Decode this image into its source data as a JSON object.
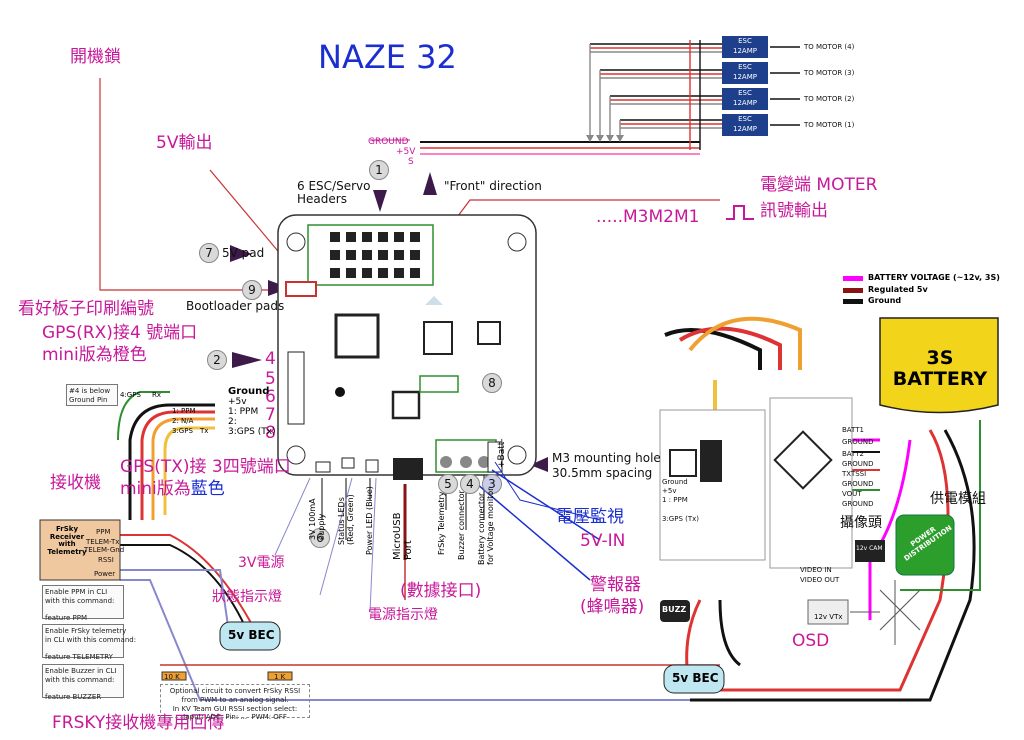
{
  "title": "NAZE 32",
  "colors": {
    "magenta": "#c8189a",
    "blue": "#1b2ecf",
    "board": "#ffffff",
    "green": "#2f8f2f",
    "battery": "#f2d51a"
  },
  "labels": {
    "unlock": "開機鎖",
    "five_v_out": "5V輸出",
    "ground": "GROUND",
    "plus5v": "+5V",
    "s": "S",
    "front": "\"Front\" direction",
    "esc_headers": "6 ESC/Servo\nHeaders",
    "m3m2m1": ".....M3M2M1",
    "motor_signal_a": "電變端 MOTER",
    "motor_signal_b": "訊號輸出",
    "five_v_pad": "5V pad",
    "bootloader": "Bootloader pads",
    "check_print": "看好板子印刷編號",
    "gps_rx_a": "GPS(RX)接4 號端口",
    "gps_rx_b": "mini版為橙色",
    "receiver": "接收機",
    "gps_tx_a": "GPS(TX)接 3四號端口",
    "gps_tx_b": "mini版為",
    "gps_tx_blue": "藍色",
    "three_v_power": "3V電源",
    "status_light": "狀態指示燈",
    "power_light": "電源指示燈",
    "data_port": "(數據接口)",
    "voltage_monitor": "電壓監視",
    "five_v_in": "5V-IN",
    "buzzer_a": "警報器",
    "buzzer_b": "(蜂鳴器)",
    "mounting_a": "M3 mounting hole",
    "mounting_b": "30.5mm spacing",
    "frsky_return": "FRSKY接收機專用回傳",
    "camera": "攝像頭",
    "power_module": "供電模組",
    "osd": "OSD",
    "battery": "3S\nBATTERY",
    "battery_voltage": "BATTERY VOLTAGE (~12v, 3S)",
    "regulated": "Regulated 5v",
    "ground_legend": "Ground",
    "power_distribution": "POWER\nDISTRIBUTION",
    "bec": "5v BEC",
    "buzz": "BUZZ",
    "vtx": "12v VTx",
    "cam": "12v CAM"
  },
  "board_pins": {
    "three_v": "3V 100mA\nsupply",
    "status_leds": "Status LEDs\n(Red, Green)",
    "power_led": "Power LED (Blue)",
    "microusb": "MicroUSB\nPort",
    "frsky_tel": "FrSky Telemetry",
    "buzzer_conn": "Buzzer connector",
    "battery_conn": "Battery connector\nfor Voltage monitor",
    "batt": "+Batt-"
  },
  "rx_header": [
    "Ground",
    "+5v",
    "1: PPM",
    "2:",
    "3:GPS (Tx)"
  ],
  "rx_numbers": [
    "4",
    "5",
    "6",
    "7",
    "8"
  ],
  "bubbles": [
    "1",
    "2",
    "3",
    "4",
    "5",
    "6",
    "7",
    "8",
    "9"
  ],
  "esc_rows": [
    {
      "esc": "ESC",
      "amp": "12AMP",
      "to": "TO MOTOR (4)"
    },
    {
      "esc": "ESC",
      "amp": "12AMP",
      "to": "TO MOTOR (3)"
    },
    {
      "esc": "ESC",
      "amp": "12AMP",
      "to": "TO MOTOR (2)"
    },
    {
      "esc": "ESC",
      "amp": "12AMP",
      "to": "TO MOTOR (1)"
    }
  ],
  "frsky_box": {
    "title": "FrSky\nReceiver\nwith\nTelemetry",
    "pins": [
      "PPM",
      "TELEM-Tx",
      "TELEM-Gnd",
      "RSSI",
      "Power"
    ]
  },
  "cli_notes": [
    "Enable PPM in CLI\nwith this command:\n\nfeature PPM",
    "Enable FrSky telemetry\nin CLI with this command:\n\nfeature TELEMETRY",
    "Enable Buzzer in CLI\nwith this command:\n\nfeature BUZZER"
  ],
  "rssi_note": "Optional circuit to convert FrSky RSSI\nfrom PWM to an analog signal.\nIn KV Team GUI RSSI section select:\nInput: ADC  Pin: ...  PWM: OFF",
  "resistors": [
    "10 K",
    "1 K"
  ],
  "osd_pins": [
    "BATT1",
    "GROUND",
    "BATT2",
    "GROUND",
    "TXTSSI",
    "GROUND",
    "VOUT",
    "GROUND"
  ],
  "osd_video": [
    "VIDEO IN",
    "VIDEO OUT"
  ],
  "small_note": "#4 is below\nGround Pin",
  "gps_small": [
    "4:GPS",
    "Rx",
    "1: PPM",
    "2: N/A",
    "3:GPS",
    "Tx"
  ],
  "osd_left_text": [
    "Ground",
    "+5v",
    "1 : PPM",
    "3:GPS (Tx)"
  ]
}
